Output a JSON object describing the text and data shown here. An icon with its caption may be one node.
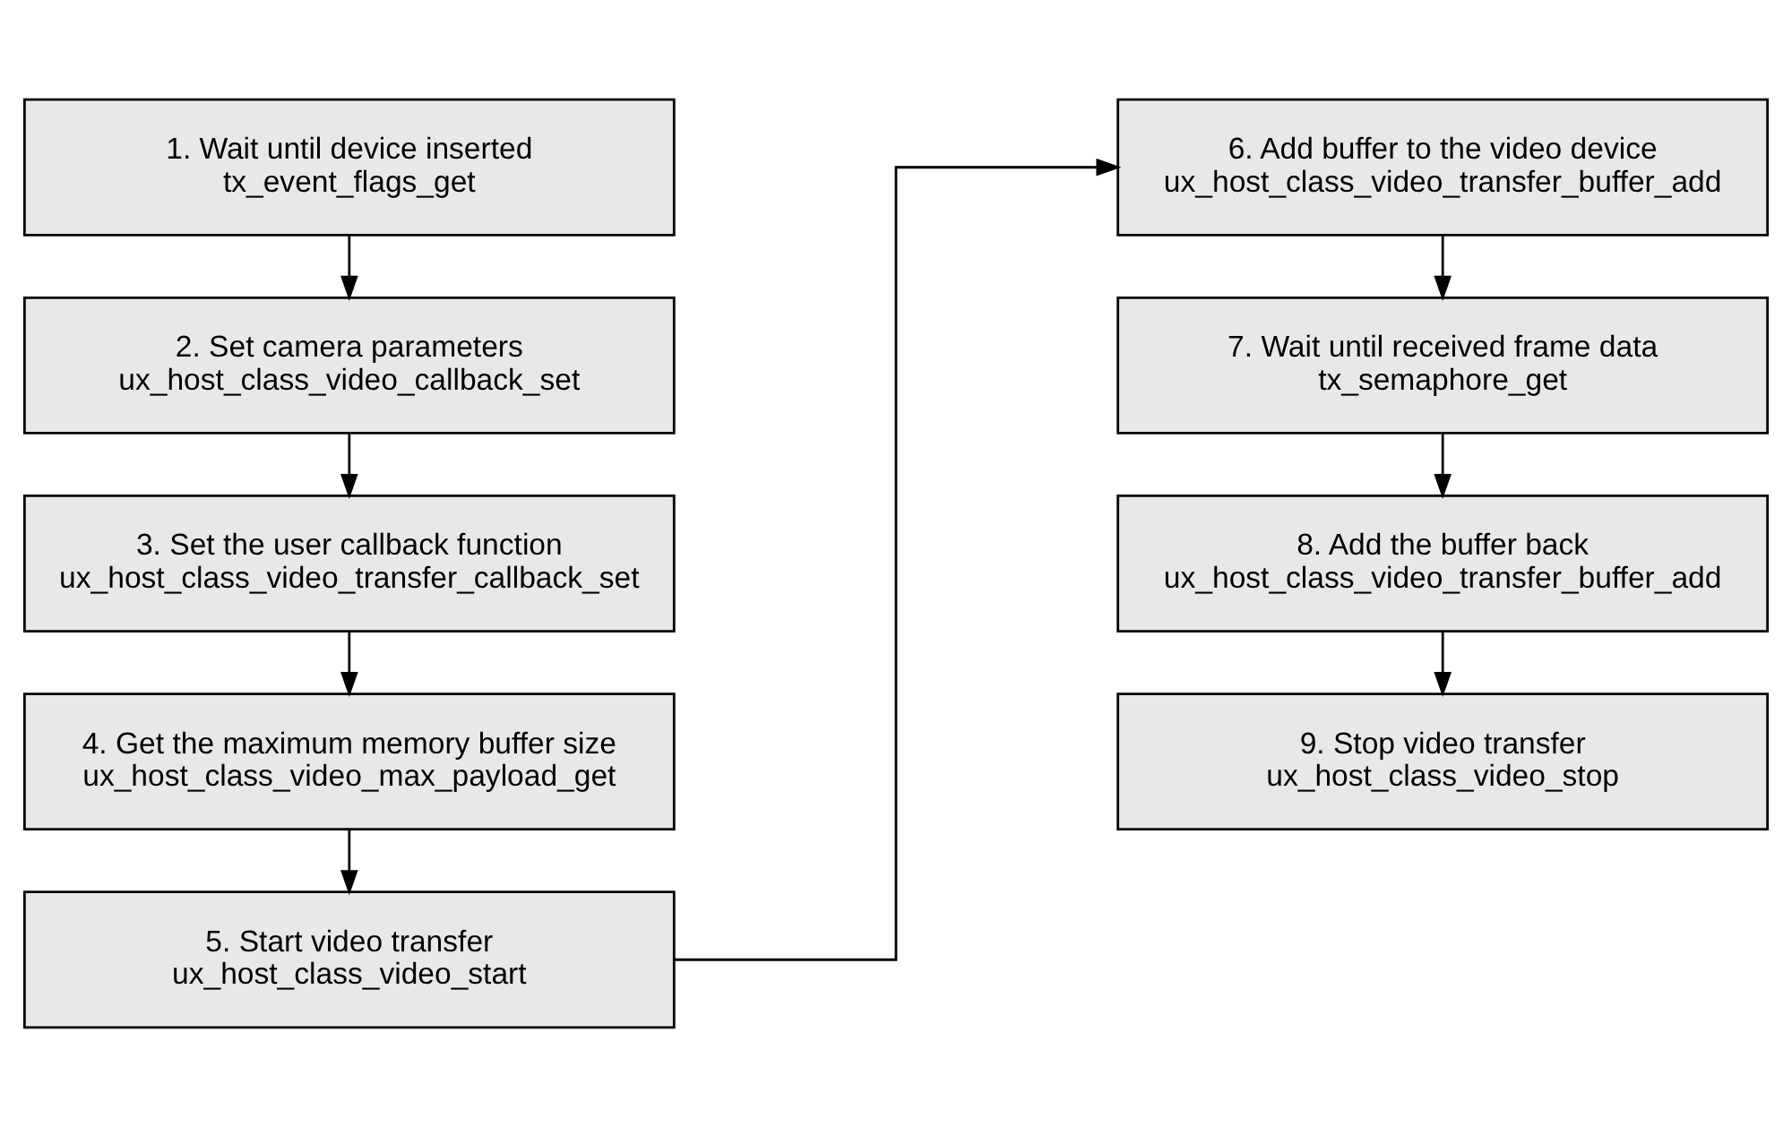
{
  "diagram": {
    "nodes": [
      {
        "text": [
          "1. Wait until device inserted",
          "tx_event_flags_get"
        ]
      },
      {
        "text": [
          "2. Set camera parameters",
          "ux_host_class_video_callback_set"
        ]
      },
      {
        "text": [
          "3. Set the user callback function",
          "ux_host_class_video_transfer_callback_set"
        ]
      },
      {
        "text": [
          "4. Get the maximum memory buffer size",
          "ux_host_class_video_max_payload_get"
        ]
      },
      {
        "text": [
          "5. Start video transfer",
          "ux_host_class_video_start"
        ]
      },
      {
        "text": [
          "6. Add buffer to the video device",
          "ux_host_class_video_transfer_buffer_add"
        ]
      },
      {
        "text": [
          "7. Wait until received frame data",
          "tx_semaphore_get"
        ]
      },
      {
        "text": [
          "8. Add the buffer back",
          "ux_host_class_video_transfer_buffer_add"
        ]
      },
      {
        "text": [
          "9. Stop video transfer",
          "ux_host_class_video_stop"
        ]
      }
    ],
    "edges": [
      {
        "from": 0,
        "to": 1,
        "arrow": "to"
      },
      {
        "from": 1,
        "to": 2,
        "arrow": "to"
      },
      {
        "from": 2,
        "to": 3,
        "arrow": "to"
      },
      {
        "from": 3,
        "to": 4,
        "arrow": "to"
      },
      {
        "from": 4,
        "to": 5,
        "arrow": "to"
      },
      {
        "from": 5,
        "to": 6,
        "arrow": "to"
      },
      {
        "from": 6,
        "to": 7,
        "arrow": "to"
      },
      {
        "from": 7,
        "to": 8,
        "arrow": "to"
      }
    ]
  }
}
